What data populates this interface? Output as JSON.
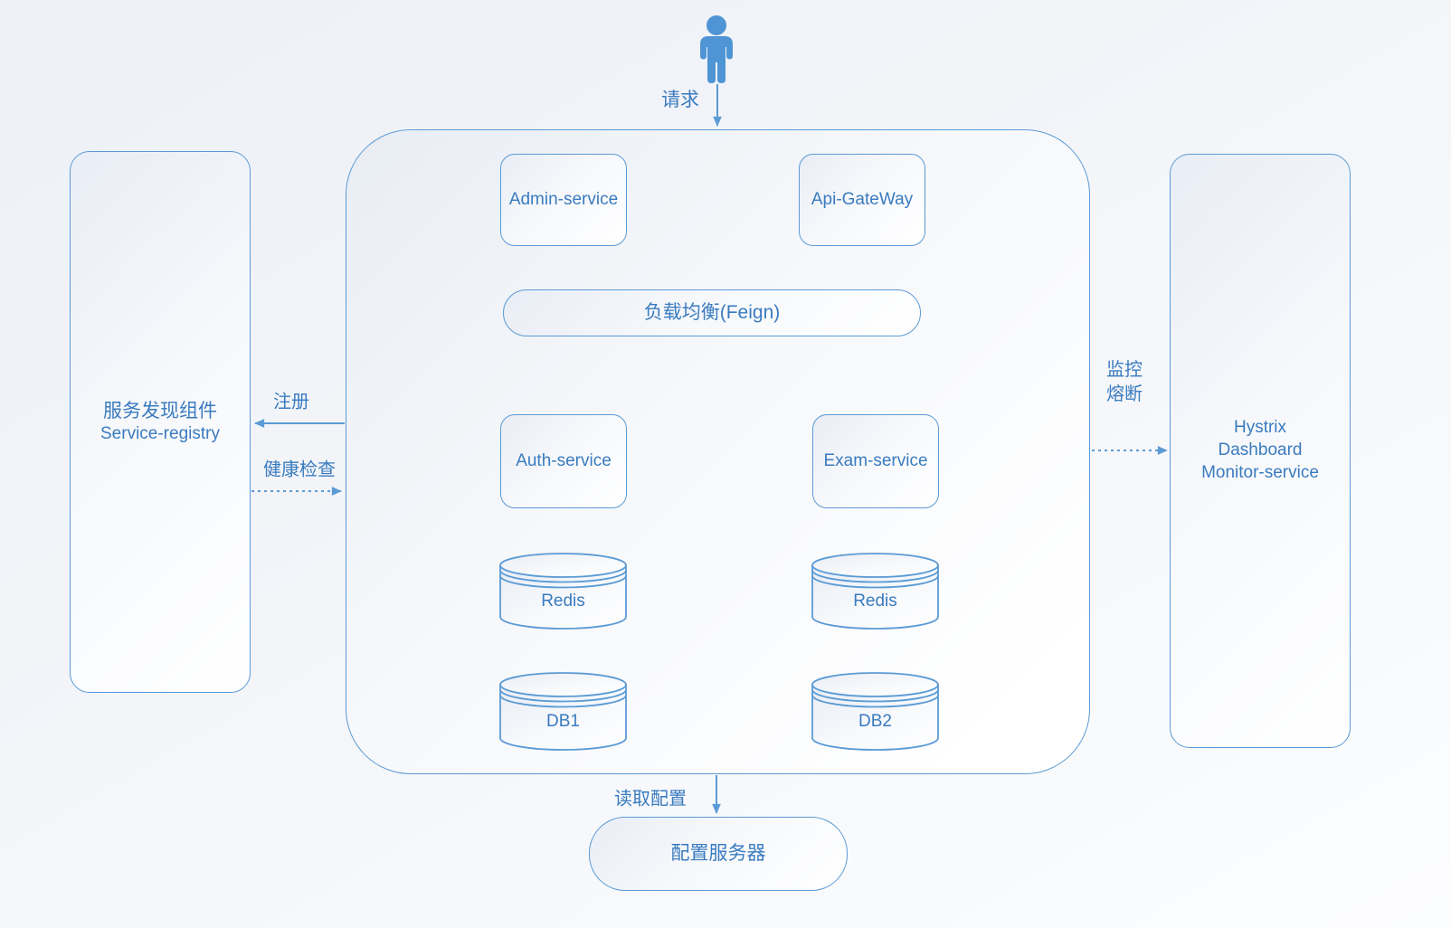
{
  "colors": {
    "line": "#5b9bd5",
    "text": "#3a7bbf",
    "actor": "#4f94d4"
  },
  "edge_labels": {
    "request": "请求",
    "register": "注册",
    "health_check": "健康检查",
    "monitor_line1": "监控",
    "monitor_line2": "熔断",
    "read_config": "读取配置"
  },
  "registry": {
    "line1": "服务发现组件",
    "line2": "Service-registry"
  },
  "cluster": {
    "admin": "Admin-service",
    "gateway": "Api-GateWay",
    "load_balancer": "负载均衡(Feign)",
    "auth": "Auth-service",
    "exam": "Exam-service",
    "redis_left": "Redis",
    "redis_right": "Redis",
    "db_left": "DB1",
    "db_right": "DB2"
  },
  "hystrix": {
    "line1": "Hystrix",
    "line2": "Dashboard",
    "line3": "Monitor-service"
  },
  "config_server": {
    "label": "配置服务器"
  }
}
